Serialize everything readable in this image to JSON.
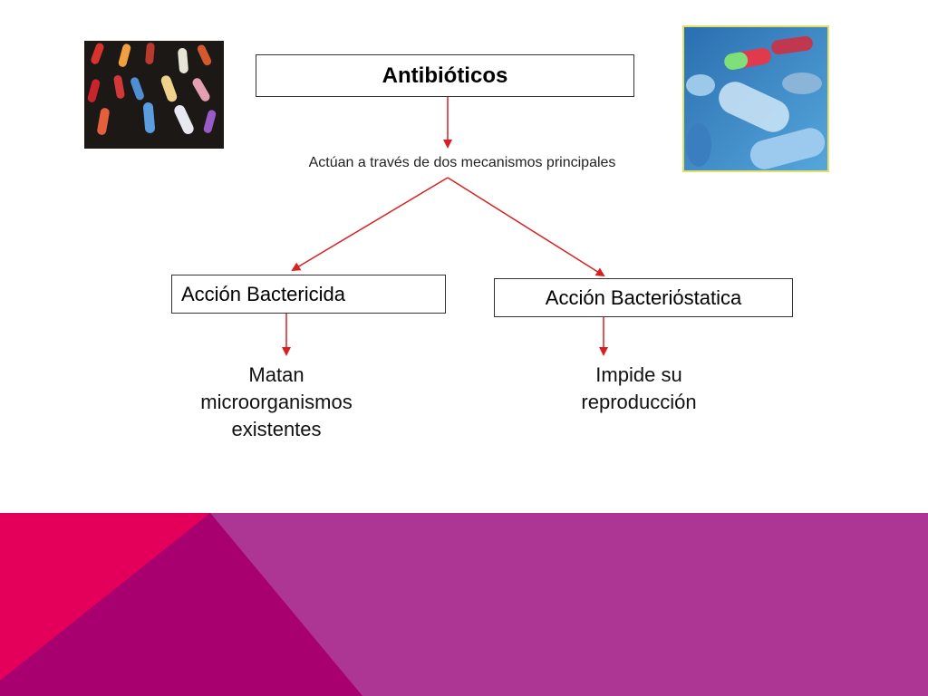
{
  "diagram": {
    "title": "Antibióticos",
    "subtitle": "Actúan a través de dos mecanismos principales",
    "left_branch": {
      "label": "Acción Bactericida",
      "result_lines": [
        "Matan",
        "microorganismos",
        "existentes"
      ]
    },
    "right_branch": {
      "label": "Acción Bacteriόstatica",
      "result_lines": [
        "Impide su",
        "reproducción"
      ]
    }
  },
  "images": {
    "left": "capsules-on-dark-background-photo",
    "right": "blue-pills-and-capsules-photo"
  },
  "colors": {
    "arrow": "#d92020",
    "box_border": "#333333",
    "footer_left": "#e4005a",
    "footer_mid": "#a8006e",
    "footer_right": "#ad3593"
  }
}
